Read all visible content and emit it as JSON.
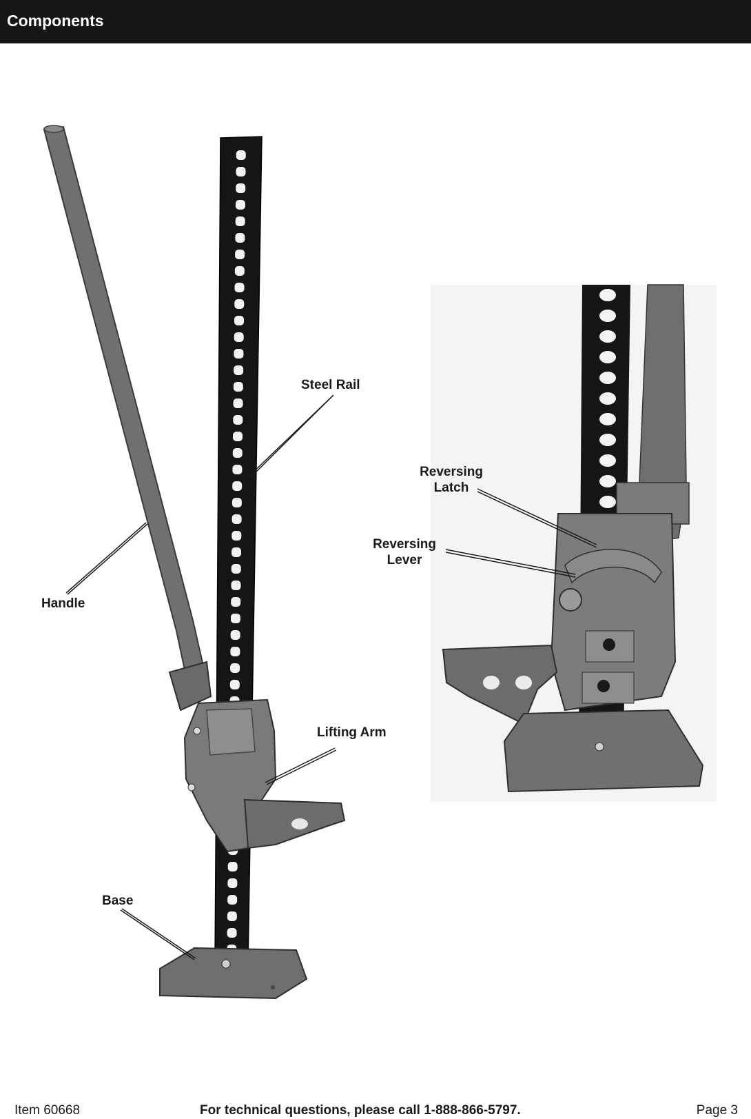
{
  "header": {
    "title": "Components"
  },
  "labels": {
    "steel_rail": "Steel Rail",
    "handle": "Handle",
    "lifting_arm": "Lifting Arm",
    "base": "Base",
    "reversing_latch_line1": "Reversing",
    "reversing_latch_line2": "Latch",
    "reversing_lever_line1": "Reversing",
    "reversing_lever_line2": "Lever"
  },
  "footer": {
    "item": "Item 60668",
    "contact": "For technical questions, please call 1-888-866-5797.",
    "page": "Page 3"
  },
  "colors": {
    "header_bg": "#161616",
    "rail_black": "#141414",
    "handle_gray": "#6e6e6e",
    "body_gray": "#7a7a7a"
  }
}
